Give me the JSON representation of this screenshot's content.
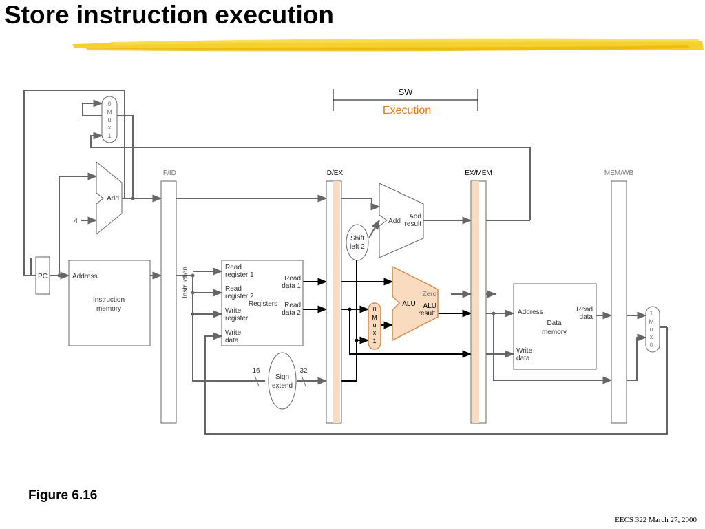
{
  "slide": {
    "title": "Store instruction execution",
    "figure_caption": "Figure 6.16",
    "footer": "EECS 322 March 27, 2000"
  },
  "stage": {
    "instruction": "SW",
    "phase": "Execution"
  },
  "pipeline_registers": {
    "ifid": "IF/ID",
    "idex": "ID/EX",
    "exmem": "EX/MEM",
    "memwb": "MEM/WB"
  },
  "components": {
    "pc": "PC",
    "add_if": "Add",
    "four": "4",
    "imem_address": "Address",
    "imem_name_1": "Instruction",
    "imem_name_2": "memory",
    "instruction_label": "Instruction",
    "regs": {
      "read_reg1_a": "Read",
      "read_reg1_b": "register 1",
      "read_reg2_a": "Read",
      "read_reg2_b": "register 2",
      "write_reg_a": "Write",
      "write_reg_b": "register",
      "write_data_a": "Write",
      "write_data_b": "data",
      "name": "Registers",
      "read_data1_a": "Read",
      "read_data1_b": "data 1",
      "read_data2_a": "Read",
      "read_data2_b": "data 2"
    },
    "sign_extend": {
      "a": "Sign",
      "b": "extend",
      "in_width": "16",
      "out_width": "32"
    },
    "shift_left": {
      "a": "Shift",
      "b": "left 2"
    },
    "add_ex": {
      "name": "Add",
      "result_a": "Add",
      "result_b": "result"
    },
    "alu": {
      "name": "ALU",
      "zero": "Zero",
      "result_a": "ALU",
      "result_b": "result"
    },
    "dmem": {
      "address": "Address",
      "read_a": "Read",
      "read_b": "data",
      "name_a": "Data",
      "name_b": "memory",
      "write_a": "Write",
      "write_b": "data"
    },
    "mux_pc": [
      "0",
      "M",
      "u",
      "x",
      "1"
    ],
    "mux_alu": [
      "0",
      "M",
      "u",
      "x",
      "1"
    ],
    "mux_wb": [
      "1",
      "M",
      "u",
      "x",
      "0"
    ]
  },
  "colors": {
    "highlight_fill": "#f9dcc0",
    "highlight_stroke": "#d78a4a",
    "active_wire": "#000000",
    "inactive_wire": "#666666",
    "execution_text": "#e07b12",
    "brush_stroke": "#f2c90a"
  }
}
